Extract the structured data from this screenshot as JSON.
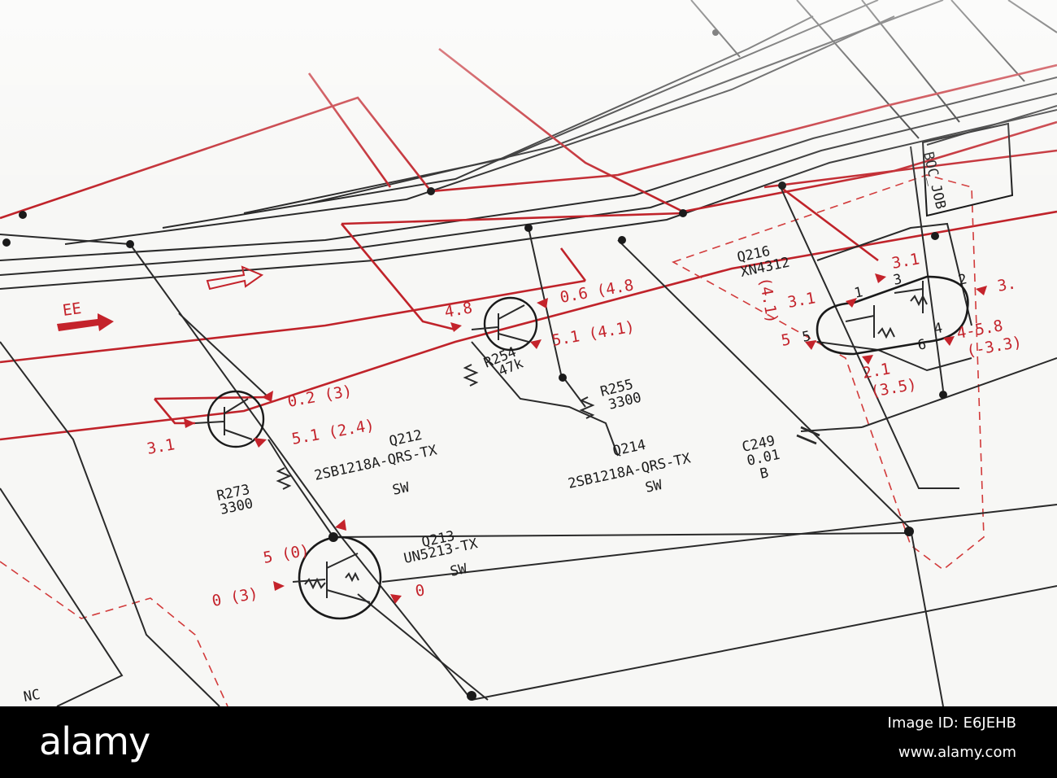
{
  "schematic": {
    "labels": {
      "q212_ref": "Q212",
      "q212_part": "2SB1218A-QRS-TX",
      "q212_fn": "SW",
      "q213_ref": "Q213",
      "q213_part": "UN5213-TX",
      "q213_fn": "SW",
      "q214_ref": "Q214",
      "q214_part": "2SB1218A-QRS-TX",
      "q214_fn": "SW",
      "q216_ref": "Q216",
      "q216_part": "XN4312",
      "r273_ref": "R273",
      "r273_val": "3300",
      "r254_ref": "R254",
      "r254_val": "47k",
      "r255_ref": "R255",
      "r255_val": "3300",
      "c249_ref": "C249",
      "c249_val": "0.01",
      "c249_type": "B",
      "bus_label": "EE",
      "connector": "BOC_JOB",
      "corner_label": "NC"
    },
    "voltages": {
      "q212_b": "3.1",
      "q212_e": "0.2 (3)",
      "q212_c": "5.1 (2.4)",
      "q214_b": "4.8",
      "q214_e": "0.6 (4.8",
      "q214_c": "5.1 (4.1)",
      "q213_b": "5 (0)",
      "q213_in": "0 (3)",
      "q213_out": "0",
      "q216_p1": "3.1",
      "q216_p3": "3.1",
      "q216_p2": "3.",
      "q216_p4": "4-5.8",
      "q216_p4b": "(-3.3)",
      "q216_p6": "2.1",
      "q216_p6b": "(3.5)",
      "q216_p5": "5",
      "q216_side": "(4.1)",
      "pin1": "1",
      "pin2": "2",
      "pin3": "3",
      "pin4": "4",
      "pin5": "5",
      "pin6": "6"
    }
  },
  "footer": {
    "brand": "alamy",
    "image_id": "Image ID: E6JEHB",
    "url": "www.alamy.com"
  }
}
